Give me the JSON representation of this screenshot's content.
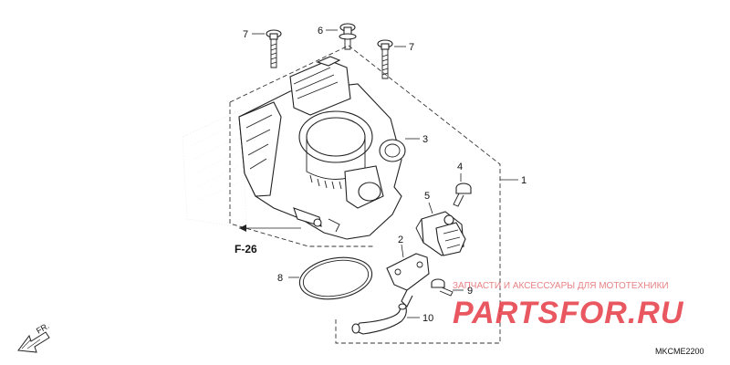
{
  "callouts": [
    {
      "id": "p1",
      "number": "1"
    },
    {
      "id": "p2",
      "number": "2"
    },
    {
      "id": "p3",
      "number": "3"
    },
    {
      "id": "p4",
      "number": "4"
    },
    {
      "id": "p5",
      "number": "5"
    },
    {
      "id": "p6",
      "number": "6"
    },
    {
      "id": "p7a",
      "number": "7"
    },
    {
      "id": "p7b",
      "number": "7"
    },
    {
      "id": "p8",
      "number": "8"
    },
    {
      "id": "p9",
      "number": "9"
    },
    {
      "id": "p10",
      "number": "10"
    }
  ],
  "reference_label": "F-26",
  "front_label": "FR.",
  "diagram_code": "MKCME2200",
  "watermark": {
    "tagline": "ЗАПЧАСТИ И АКСЕССУАРЫ ДЛЯ МОТОТЕХНИКИ",
    "logo_text": "PARTSFOR.RU",
    "logo_color": "#e63a45"
  }
}
